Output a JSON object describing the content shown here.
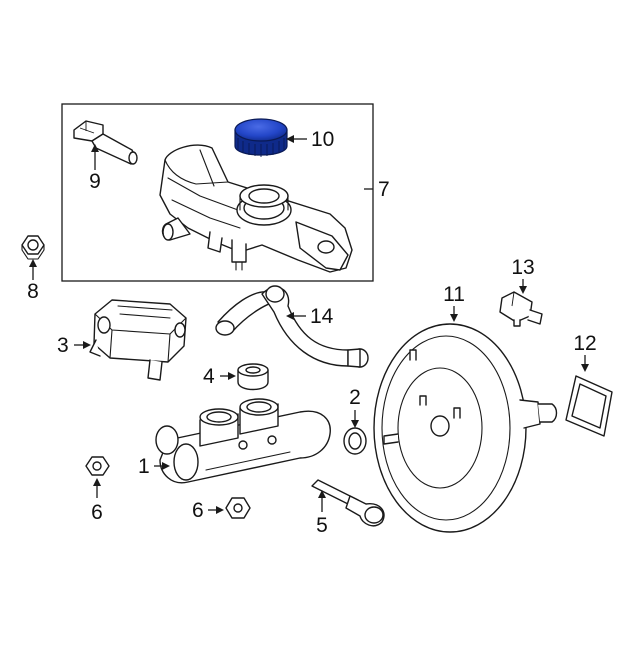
{
  "colors": {
    "background": "#ffffff",
    "line": "#1a1a1a",
    "highlight_fill": "#2346c8",
    "highlight_dark": "#0f2a8a",
    "highlight_light": "#4a6be6"
  },
  "callouts": {
    "p1": "1",
    "p2": "2",
    "p3": "3",
    "p4": "4",
    "p5": "5",
    "p6a": "6",
    "p6b": "6",
    "p7": "7",
    "p8": "8",
    "p9": "9",
    "p10": "10",
    "p11": "11",
    "p12": "12",
    "p13": "13",
    "p14": "14"
  }
}
